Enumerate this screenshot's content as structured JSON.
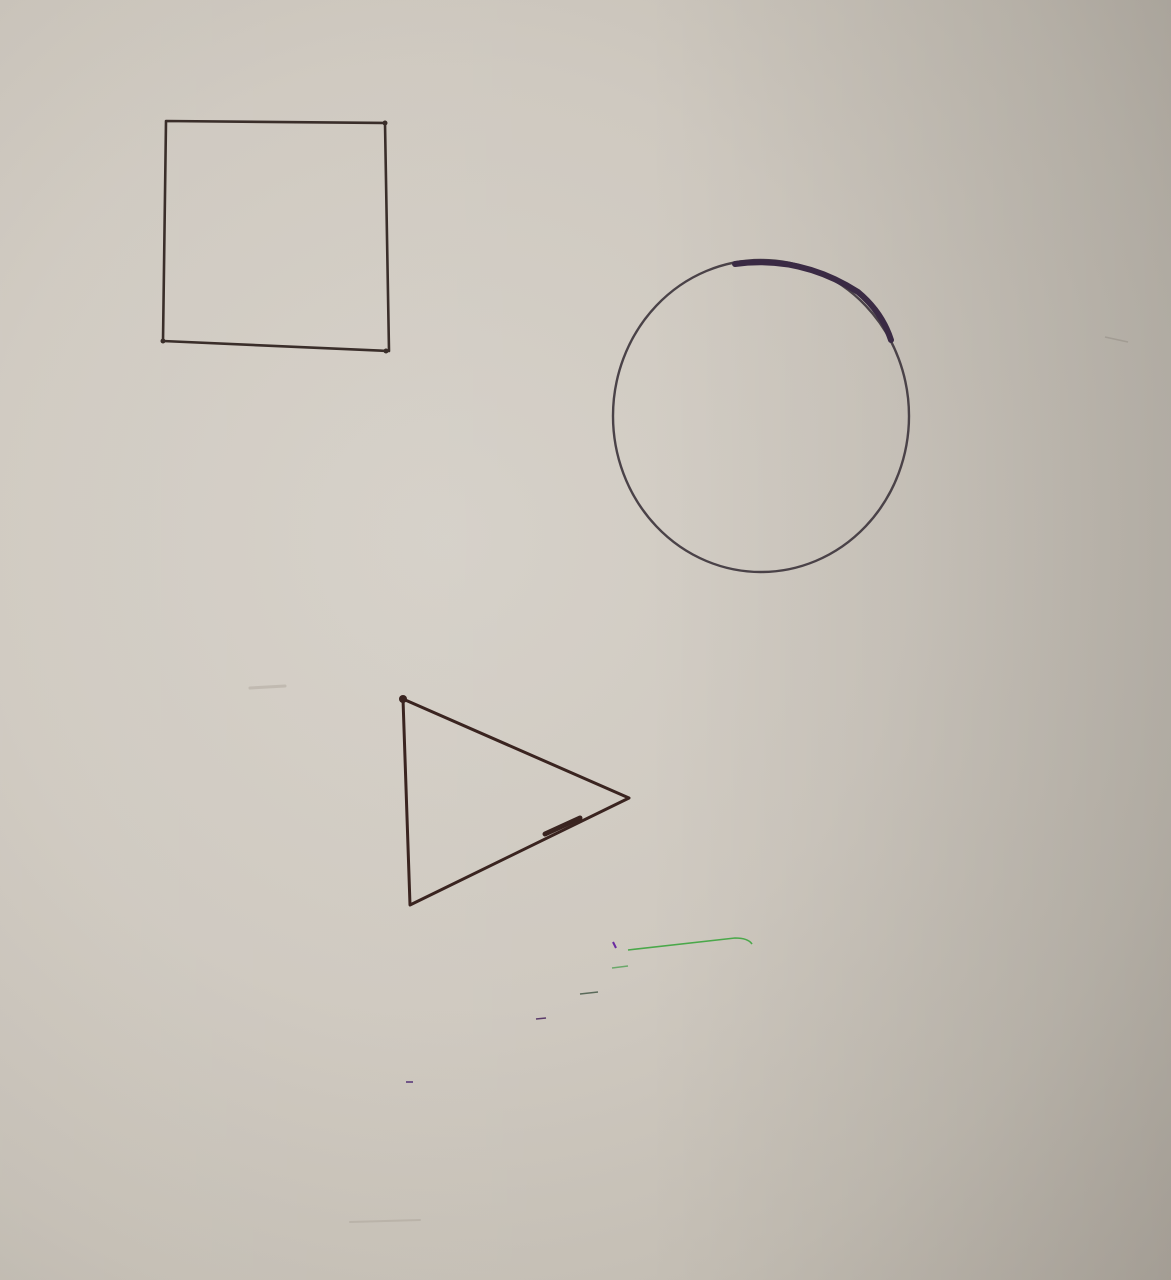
{
  "scene": {
    "description_kind": "photo of hand-drawn shapes on paper",
    "shapes": [
      "square",
      "circle",
      "triangle"
    ]
  },
  "colors": {
    "paper": "#cfc9c0",
    "ink": "#3a2e2a",
    "circle_ink": "#4a4248",
    "circle_heavy": "#3a2a44",
    "green_mark": "#4aa84a",
    "purple_mark": "#6a2aa0"
  }
}
